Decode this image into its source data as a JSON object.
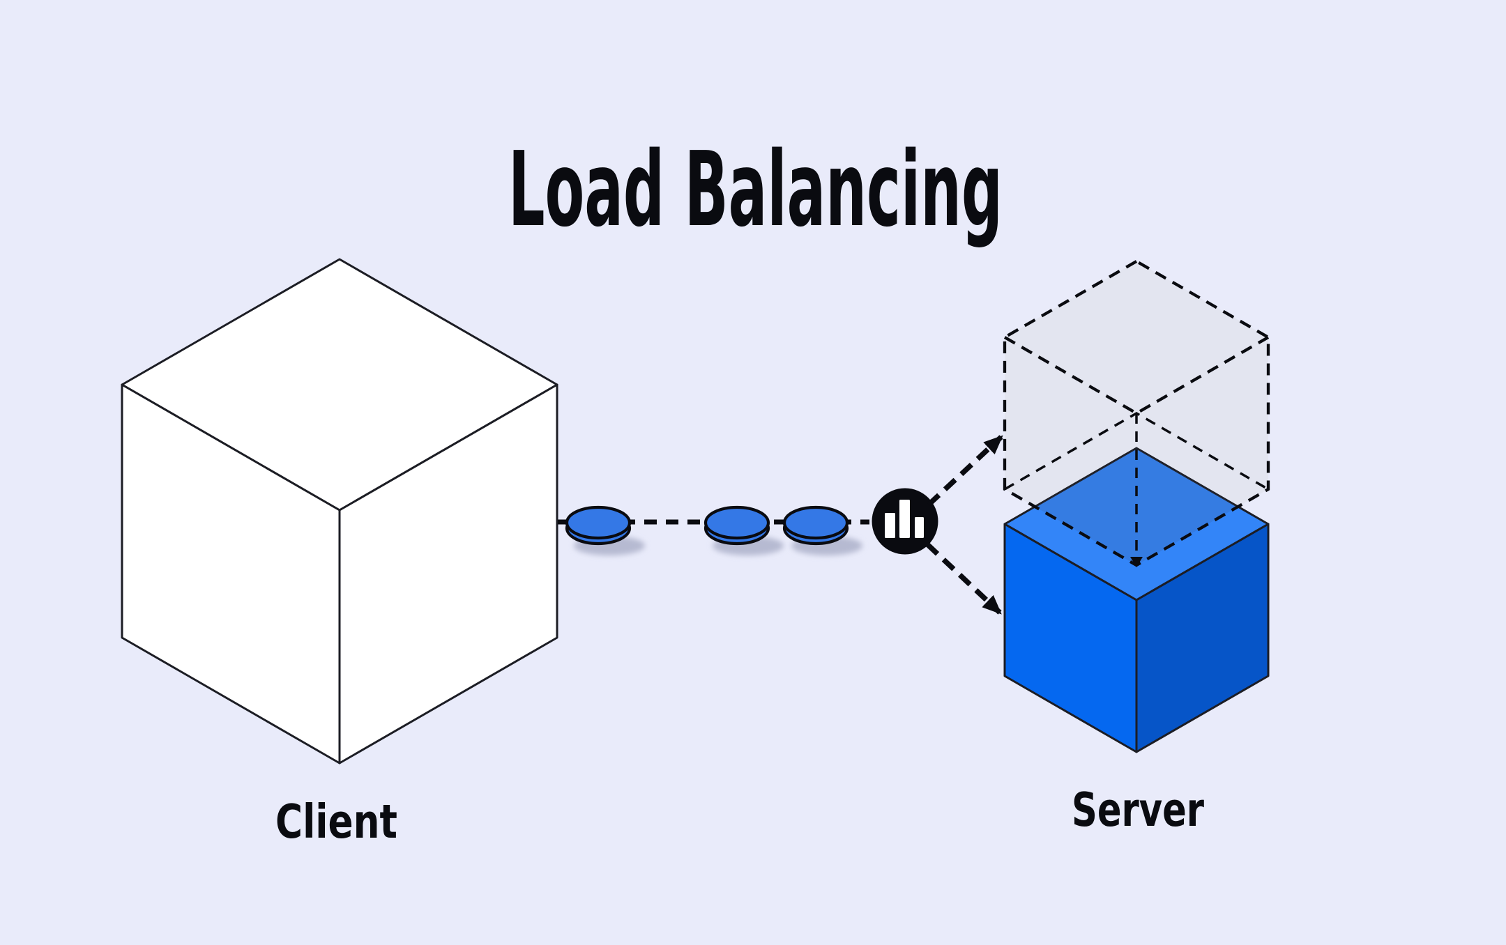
{
  "title": "Load Balancing",
  "diagram": {
    "client": {
      "label": "Client"
    },
    "server": {
      "label": "Server"
    },
    "standby_server": {
      "style": "dashed-outline"
    },
    "load_balancer": {
      "icon": "bar-chart",
      "bar_count": 3
    },
    "requests": {
      "count": 3,
      "shape": "disc"
    }
  },
  "colors": {
    "bg": "#E9EBFA",
    "ink": "#0A0B10",
    "text": "#0A0B10",
    "line": "#1C1D24",
    "cube-face": "#FFFFFF",
    "disc": "#3478E6",
    "disc-shadow": "#B6BAD1",
    "ghost": "#E3E5F0",
    "ghost-tint": "rgba(70,80,115,0.16)",
    "server-top": "#3385F8",
    "server-left": "#0568F0",
    "server-right": "#0655C8"
  }
}
